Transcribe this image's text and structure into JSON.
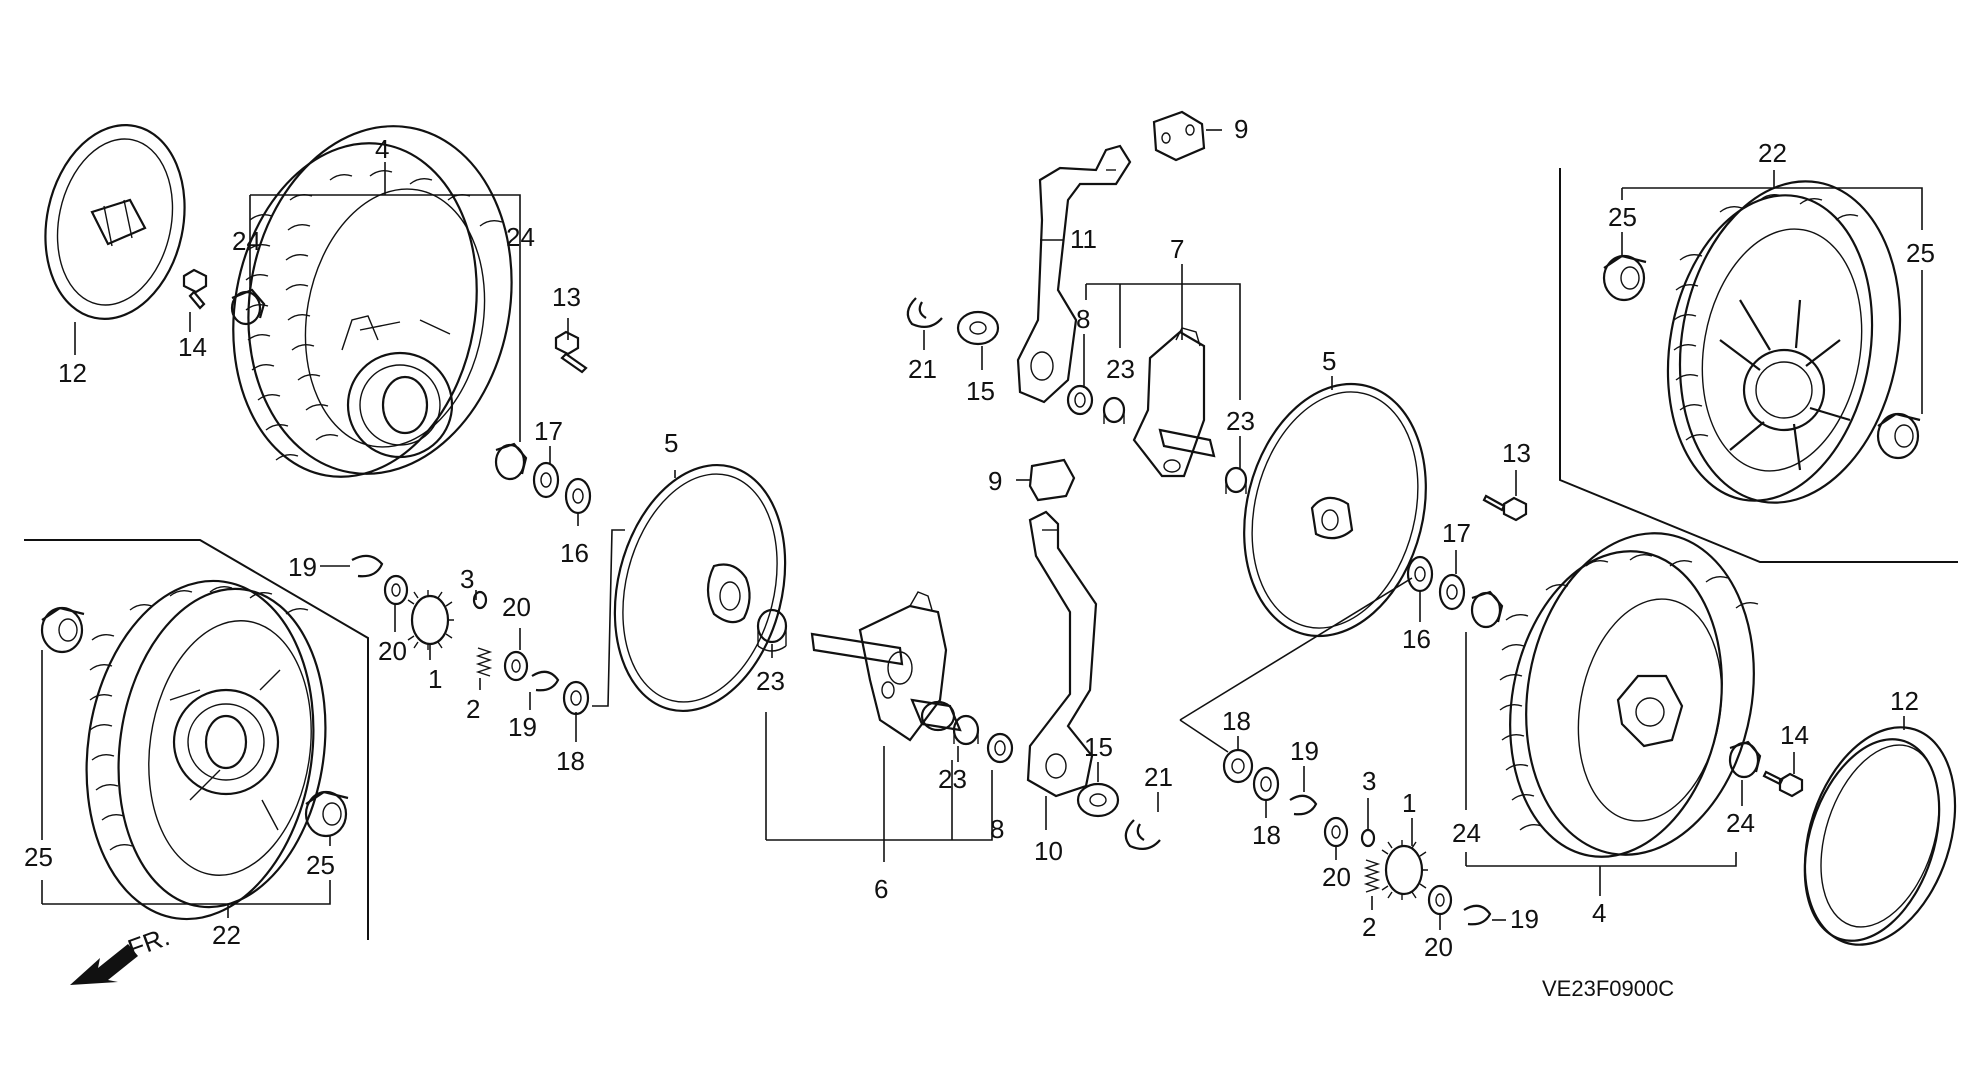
{
  "diagram": {
    "catalog_code": "VE23F0900C",
    "direction_label": "FR.",
    "labels": [
      {
        "id": "l-left-4",
        "text": "4"
      },
      {
        "id": "l-left-24a",
        "text": "24"
      },
      {
        "id": "l-left-24b",
        "text": "24"
      },
      {
        "id": "l-left-12",
        "text": "12"
      },
      {
        "id": "l-left-14",
        "text": "14"
      },
      {
        "id": "l-left-13",
        "text": "13"
      },
      {
        "id": "l-left-17",
        "text": "17"
      },
      {
        "id": "l-left-16",
        "text": "16"
      },
      {
        "id": "l-left-5",
        "text": "5"
      },
      {
        "id": "l-left-19a",
        "text": "19"
      },
      {
        "id": "l-left-20a",
        "text": "20"
      },
      {
        "id": "l-left-3",
        "text": "3"
      },
      {
        "id": "l-left-1",
        "text": "1"
      },
      {
        "id": "l-left-2",
        "text": "2"
      },
      {
        "id": "l-left-20b",
        "text": "20"
      },
      {
        "id": "l-left-19b",
        "text": "19"
      },
      {
        "id": "l-left-18",
        "text": "18"
      },
      {
        "id": "l-left-25a",
        "text": "25"
      },
      {
        "id": "l-left-25b",
        "text": "25"
      },
      {
        "id": "l-left-22",
        "text": "22"
      },
      {
        "id": "l-mid-23a",
        "text": "23"
      },
      {
        "id": "l-mid-6",
        "text": "6"
      },
      {
        "id": "l-mid-23b",
        "text": "23"
      },
      {
        "id": "l-mid-8a",
        "text": "8"
      },
      {
        "id": "l-mid-9a",
        "text": "9"
      },
      {
        "id": "l-mid-10",
        "text": "10"
      },
      {
        "id": "l-mid-15a",
        "text": "15"
      },
      {
        "id": "l-mid-21a",
        "text": "21"
      },
      {
        "id": "l-mid-9b",
        "text": "9"
      },
      {
        "id": "l-mid-11",
        "text": "11"
      },
      {
        "id": "l-mid-21b",
        "text": "21"
      },
      {
        "id": "l-mid-15b",
        "text": "15"
      },
      {
        "id": "l-mid-7",
        "text": "7"
      },
      {
        "id": "l-mid-8b",
        "text": "8"
      },
      {
        "id": "l-mid-23c",
        "text": "23"
      },
      {
        "id": "l-mid-23d",
        "text": "23"
      },
      {
        "id": "l-right-5",
        "text": "5"
      },
      {
        "id": "l-right-22",
        "text": "22"
      },
      {
        "id": "l-right-25a",
        "text": "25"
      },
      {
        "id": "l-right-25b",
        "text": "25"
      },
      {
        "id": "l-right-13",
        "text": "13"
      },
      {
        "id": "l-right-17",
        "text": "17"
      },
      {
        "id": "l-right-16",
        "text": "16"
      },
      {
        "id": "l-right-18a",
        "text": "18"
      },
      {
        "id": "l-right-18b",
        "text": "18"
      },
      {
        "id": "l-right-19a",
        "text": "19"
      },
      {
        "id": "l-right-3",
        "text": "3"
      },
      {
        "id": "l-right-1",
        "text": "1"
      },
      {
        "id": "l-right-20a",
        "text": "20"
      },
      {
        "id": "l-right-2",
        "text": "2"
      },
      {
        "id": "l-right-20b",
        "text": "20"
      },
      {
        "id": "l-right-19b",
        "text": "19"
      },
      {
        "id": "l-right-24a",
        "text": "24"
      },
      {
        "id": "l-right-24b",
        "text": "24"
      },
      {
        "id": "l-right-4",
        "text": "4"
      },
      {
        "id": "l-right-14",
        "text": "14"
      },
      {
        "id": "l-right-12",
        "text": "12"
      }
    ]
  }
}
